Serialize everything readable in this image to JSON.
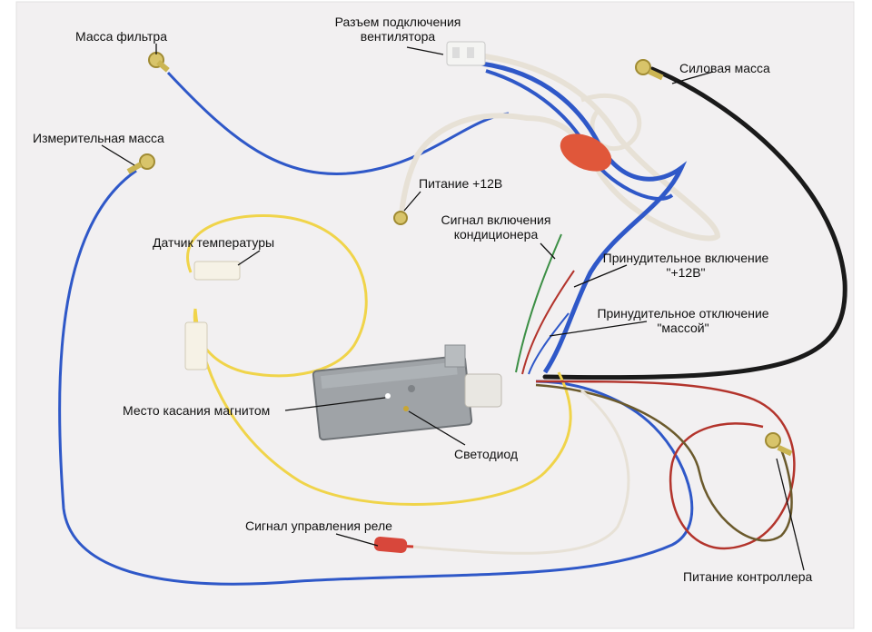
{
  "labels": {
    "filter_ground": "Масса фильтра",
    "fan_connector_line1": "Разъем подключения",
    "fan_connector_line2": "вентилятора",
    "power_ground": "Силовая масса",
    "measuring_ground": "Измерительная масса",
    "power_12v": "Питание +12В",
    "ac_signal_line1": "Сигнал включения",
    "ac_signal_line2": "кондиционера",
    "forced_on_line1": "Принудительное включение",
    "forced_on_line2": "\"+12В\"",
    "forced_off_line1": "Принудительное отключение",
    "forced_off_line2": "\"массой\"",
    "temp_sensor": "Датчик температуры",
    "magnet_spot": "Место касания магнитом",
    "led": "Светодиод",
    "relay_signal": "Сигнал управления реле",
    "controller_power": "Питание контроллера"
  },
  "colors": {
    "background": "#f2f0f1",
    "blue_wire": "#2f58c8",
    "white_wire": "#e7e1d6",
    "yellow_wire": "#f0d44a",
    "black_wire": "#1a1a1a",
    "red_wire": "#b3342c",
    "green_wire": "#3c8f45",
    "brown_wire": "#6b5a2c",
    "module_body": "#9fa3a7"
  }
}
